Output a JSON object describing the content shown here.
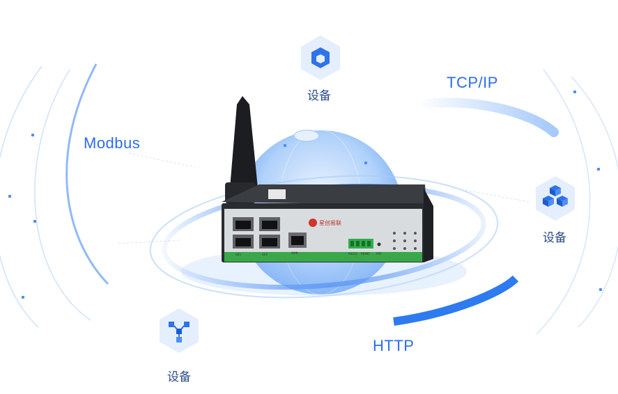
{
  "protocols": {
    "modbus": "Modbus",
    "tcpip": "TCP/IP",
    "http": "HTTP"
  },
  "devices": {
    "top": "设备",
    "right": "设备",
    "left": "设备"
  },
  "router": {
    "brand": "星创易联",
    "port_labels": [
      "GE1",
      "GE2",
      "WAN",
      "RS232",
      "RS485",
      "RST"
    ]
  },
  "colors": {
    "accent": "#2b6cf0",
    "router_green": "#3aa84a",
    "router_body": "#2a2c30"
  }
}
